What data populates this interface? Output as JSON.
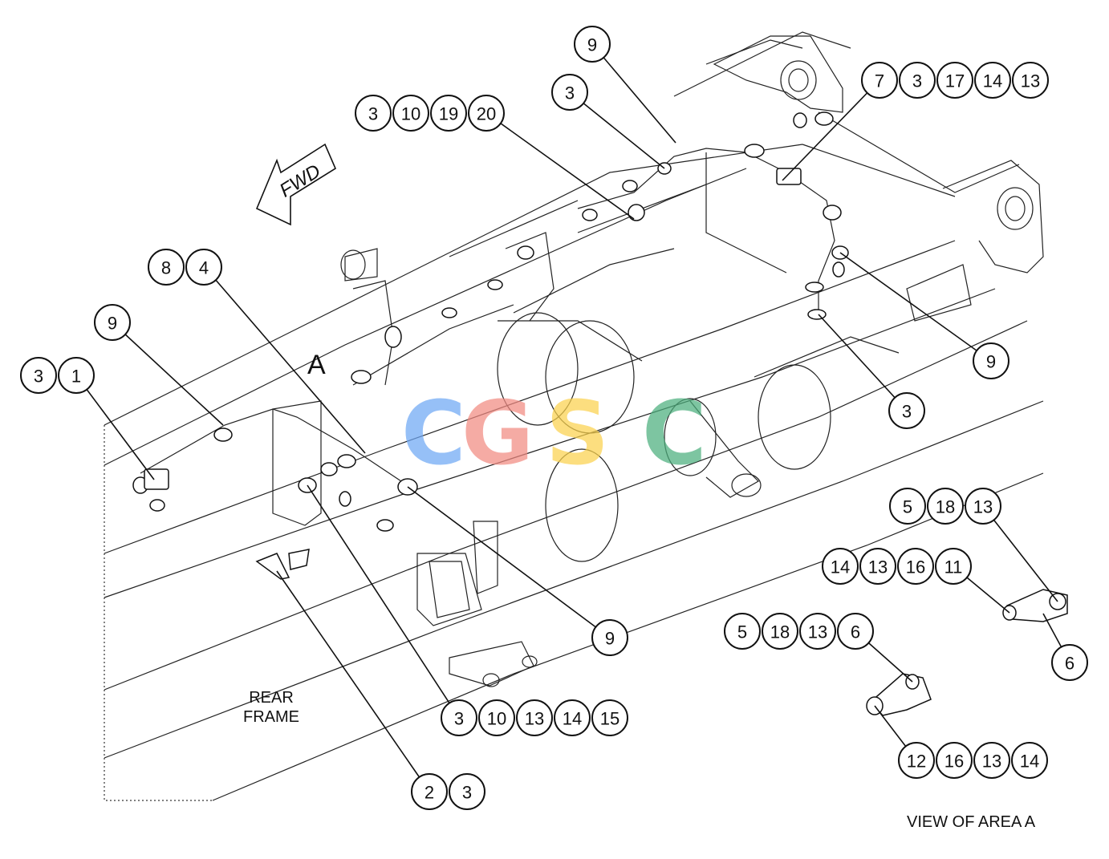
{
  "labels": {
    "area_marker": "A",
    "fwd": "FWD",
    "rear_frame_line1": "REAR",
    "rear_frame_line2": "FRAME",
    "view_title": "VIEW OF AREA A"
  },
  "watermark": {
    "letters": [
      {
        "char": "C",
        "color": "#6fa8f5"
      },
      {
        "char": "G",
        "color": "#f28b82"
      },
      {
        "char": "S",
        "color": "#fbd24e"
      },
      {
        "char": "C",
        "color": "#4caf7d"
      }
    ]
  },
  "callouts": [
    [
      "9"
    ],
    [
      "3"
    ],
    [
      "3",
      "10",
      "19",
      "20"
    ],
    [
      "7",
      "3",
      "17",
      "14",
      "13"
    ],
    [
      "8",
      "4"
    ],
    [
      "9"
    ],
    [
      "3",
      "1"
    ],
    [
      "9"
    ],
    [
      "3"
    ],
    [
      "9"
    ],
    [
      "3",
      "10",
      "13",
      "14",
      "15"
    ],
    [
      "2",
      "3"
    ],
    [
      "5",
      "18",
      "13"
    ],
    [
      "14",
      "13",
      "16",
      "11"
    ],
    [
      "6"
    ],
    [
      "5",
      "18",
      "13",
      "6"
    ],
    [
      "12",
      "16",
      "13",
      "14"
    ]
  ]
}
